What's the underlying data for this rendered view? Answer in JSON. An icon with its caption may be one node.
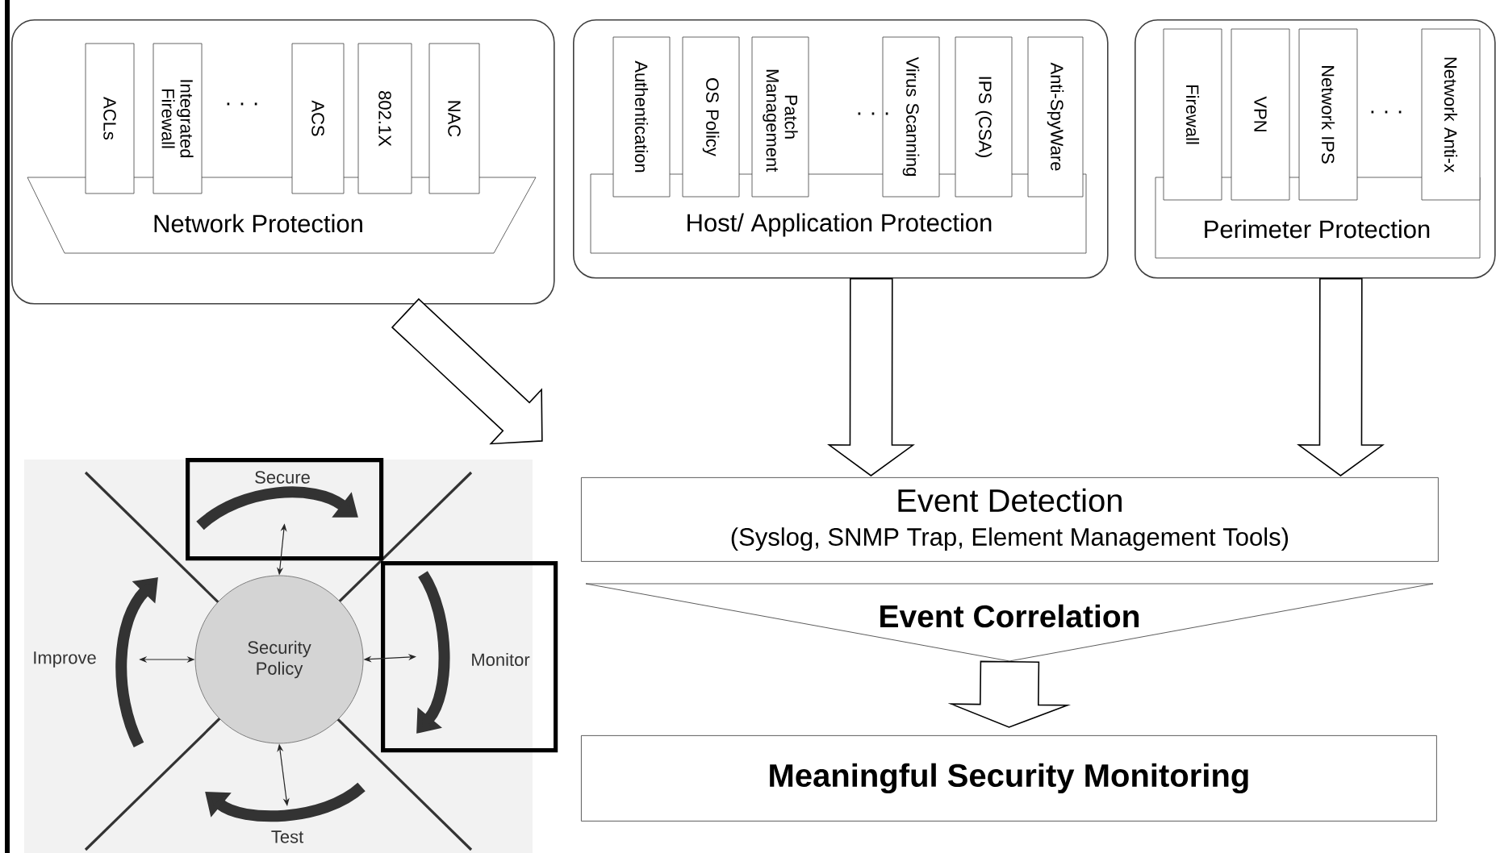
{
  "diagram": {
    "nodes": [
      {
        "text": [],
        "shape": "box"
      },
      {
        "text": [
          "Network Protection"
        ],
        "in": 0
      },
      {
        "text": [
          "ACLs"
        ],
        "in": 0
      },
      {
        "text": [
          "Integrated Firewall"
        ],
        "in": 0
      },
      {
        "text": [
          "ACS"
        ],
        "in": 0
      },
      {
        "text": [
          "802.1X"
        ],
        "in": 0
      },
      {
        "text": [
          "NAC"
        ],
        "in": 0
      },
      {
        "text": [],
        "shape": "box"
      },
      {
        "text": [
          "Host/ Application Protection"
        ],
        "in": 7
      },
      {
        "text": [
          "Authentication"
        ],
        "in": 7
      },
      {
        "text": [
          "OS Policy"
        ],
        "in": 7
      },
      {
        "text": [
          "Patch Management"
        ],
        "in": 7
      },
      {
        "text": [
          "Virus Scanning"
        ],
        "in": 7
      },
      {
        "text": [
          "IPS (CSA)"
        ],
        "in": 7
      },
      {
        "text": [
          "Anti-SpyWare"
        ],
        "in": 7
      },
      {
        "text": [],
        "shape": "box"
      },
      {
        "text": [
          "Perimeter Protection"
        ],
        "in": 15
      },
      {
        "text": [
          "Firewall"
        ],
        "in": 15
      },
      {
        "text": [
          "VPN"
        ],
        "in": 15
      },
      {
        "text": [
          "Network IPS"
        ],
        "in": 15
      },
      {
        "text": [
          "Network Anti-x"
        ],
        "in": 15
      },
      {
        "text": [
          "Secure"
        ]
      },
      {
        "text": [
          "Improve"
        ]
      },
      {
        "text": [
          "Security Policy"
        ]
      },
      {
        "text": [
          "Monitor"
        ]
      },
      {
        "text": [
          "Test"
        ]
      },
      {
        "text": [
          "Event Detection",
          "(Syslog, SNMP Trap, Element Management Tools)"
        ]
      },
      {
        "text": [
          "Event Correlation"
        ]
      },
      {
        "text": [
          "Meaningful Security Monitoring"
        ]
      }
    ],
    "edges": [
      {
        "from": 0,
        "to": 26,
        "arrow": "to",
        "style": "thick"
      },
      {
        "from": 7,
        "to": 26,
        "arrow": "to",
        "style": "thick"
      },
      {
        "from": 15,
        "to": 26,
        "arrow": "to",
        "style": "thick"
      },
      {
        "from": 27,
        "to": 28,
        "arrow": "to",
        "style": "thick"
      },
      {
        "from": 23,
        "to": 21,
        "arrow": "both"
      },
      {
        "from": 23,
        "to": 22,
        "arrow": "both"
      },
      {
        "from": 23,
        "to": 24,
        "arrow": "both"
      },
      {
        "from": 23,
        "to": 25,
        "arrow": "both"
      }
    ],
    "labels": [
      "· · ·",
      "· · ·",
      "· · ·"
    ]
  }
}
